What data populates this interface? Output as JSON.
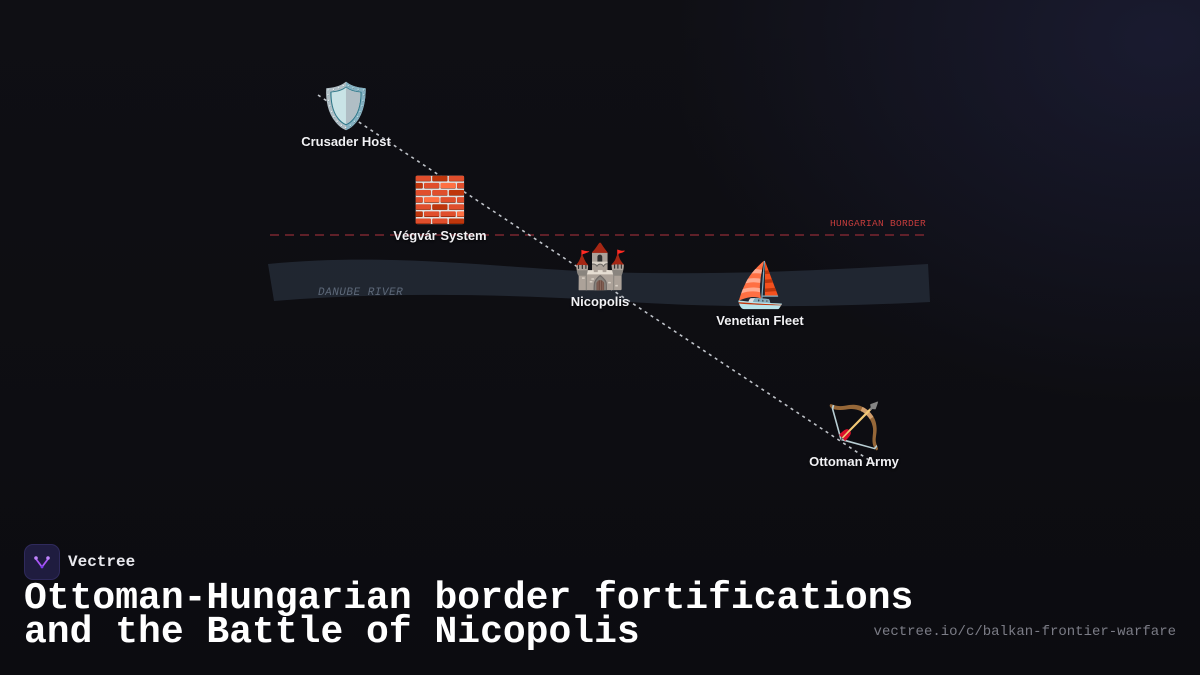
{
  "map": {
    "river_label": "DANUBE RIVER",
    "border_label": "HUNGARIAN BORDER",
    "nodes": [
      {
        "id": "crusader-host",
        "label": "Crusader Host",
        "icon": "shield-icon",
        "glyph": "🛡️"
      },
      {
        "id": "vegvar-system",
        "label": "Végvár System",
        "icon": "brick-wall-icon",
        "glyph": "🧱"
      },
      {
        "id": "nicopolis",
        "label": "Nicopolis",
        "icon": "castle-icon",
        "glyph": "🏰"
      },
      {
        "id": "venetian-fleet",
        "label": "Venetian Fleet",
        "icon": "sailboat-icon",
        "glyph": "⛵"
      },
      {
        "id": "ottoman-army",
        "label": "Ottoman Army",
        "icon": "bow-and-arrow-icon",
        "glyph": "🏹"
      }
    ],
    "colors": {
      "background": "#0f0f14",
      "river": "#222833",
      "border_line": "#7a2630",
      "path_line": "#bfc3c9",
      "border_label": "#c43c3c"
    }
  },
  "brand": {
    "name": "Vectree",
    "icon": "vectree-logo-icon"
  },
  "title": {
    "line1": "Ottoman-Hungarian border fortifications",
    "line2": "and the Battle of Nicopolis"
  },
  "url": "vectree.io/c/balkan-frontier-warfare"
}
